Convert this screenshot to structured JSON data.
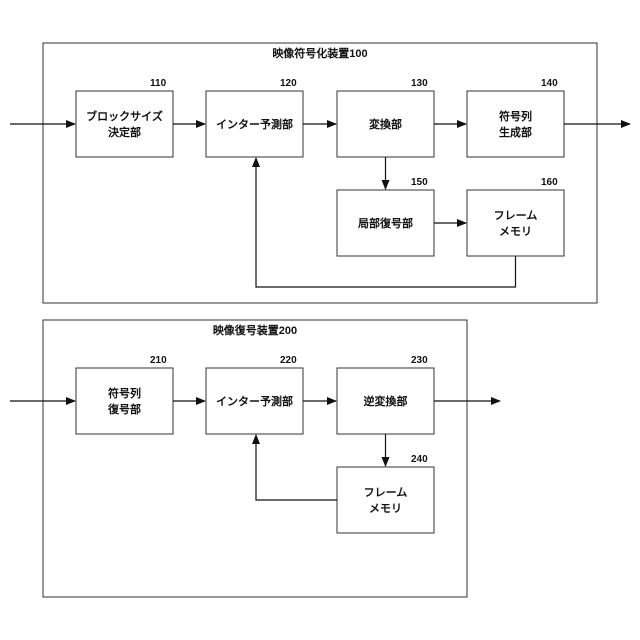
{
  "encoder": {
    "title": "映像符号化装置100",
    "blocks": {
      "block_size": {
        "number": "110",
        "line1": "ブロックサイズ",
        "line2": "決定部"
      },
      "inter_pred": {
        "number": "120",
        "line1": "インター予測部"
      },
      "transform": {
        "number": "130",
        "line1": "変換部"
      },
      "codestream_gen": {
        "number": "140",
        "line1": "符号列",
        "line2": "生成部"
      },
      "local_decode": {
        "number": "150",
        "line1": "局部復号部"
      },
      "frame_memory": {
        "number": "160",
        "line1": "フレーム",
        "line2": "メモリ"
      }
    }
  },
  "decoder": {
    "title": "映像復号装置200",
    "blocks": {
      "codestream_dec": {
        "number": "210",
        "line1": "符号列",
        "line2": "復号部"
      },
      "inter_pred": {
        "number": "220",
        "line1": "インター予測部"
      },
      "inverse_transform": {
        "number": "230",
        "line1": "逆変換部"
      },
      "frame_memory": {
        "number": "240",
        "line1": "フレーム",
        "line2": "メモリ"
      }
    }
  }
}
